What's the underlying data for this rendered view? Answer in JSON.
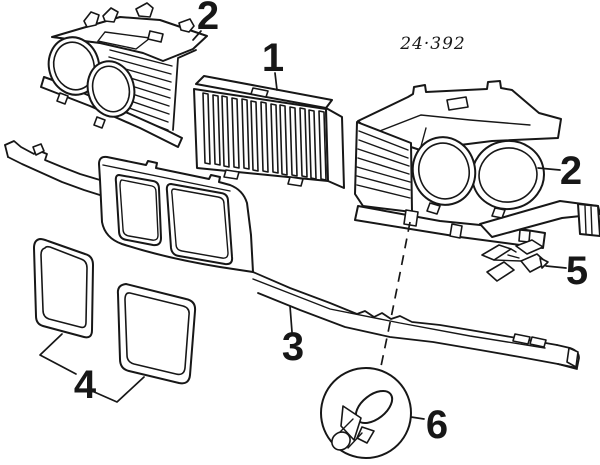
{
  "diagram": {
    "code": "24·392",
    "callouts": {
      "one": "1",
      "two_left": "2",
      "two_right": "2",
      "three": "3",
      "four": "4",
      "five": "5",
      "six": "6"
    }
  }
}
